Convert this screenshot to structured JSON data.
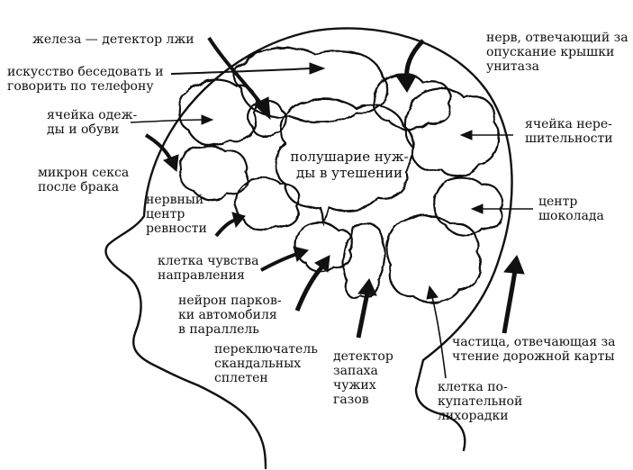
{
  "center": "полушарие нуж-\nды в утешении",
  "labels": {
    "lie_detector": "железа — детектор лжи",
    "talk_phone": "искусство беседовать и\nговорить по телефону",
    "toilet_nerve": "нерв, отвечающий за\nопускание крышки\nунитаза",
    "clothes_cell": "ячейка одеж-\nды и обуви",
    "indecision_cell": "ячейка нере-\nшительности",
    "sex_micron": "микрон секса\nпосле брака",
    "jealousy_center": "нервный\nцентр\nревности",
    "chocolate_center": "центр\nшоколада",
    "direction_cell": "клетка чувства\nнаправления",
    "parking_neuron": "нейрон парков-\nки автомобиля\nв параллель",
    "gossip_switch": "переключатель\nскандальных\nсплетен",
    "smell_detector": "детектор\nзапаха\nчужих\nгазов",
    "map_particle": "частица, отвечающая за\nчтение дорожной карты",
    "shopping_cell": "клетка по-\nкупательной\nлихорадки"
  },
  "colors": {
    "ink": "#111111",
    "paper": "#ffffff"
  }
}
